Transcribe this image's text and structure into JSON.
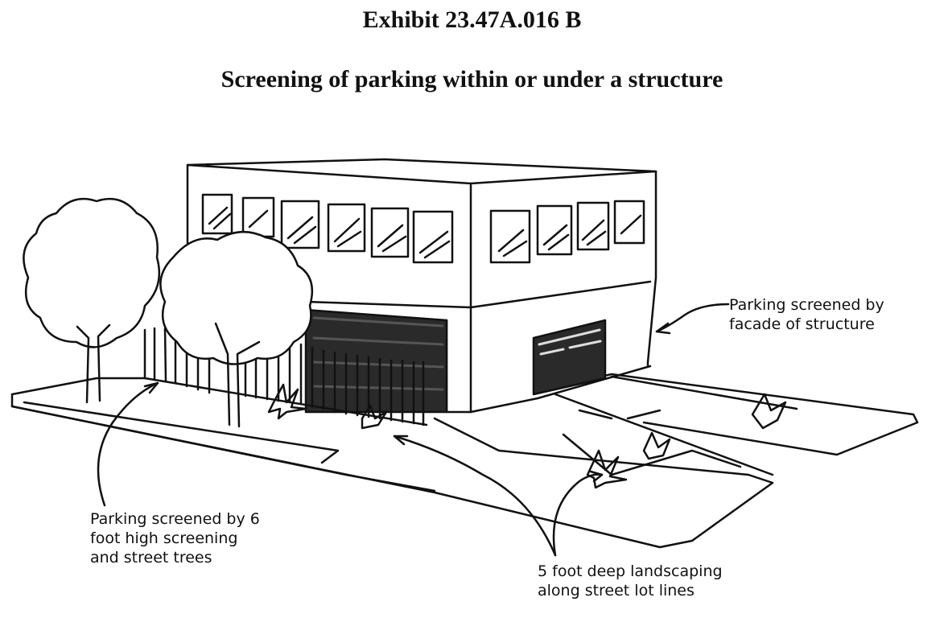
{
  "exhibit": {
    "title": "Exhibit 23.47A.016 B",
    "subtitle": "Screening of parking within or under a structure"
  },
  "callouts": {
    "facade": "Parking screened by\nfacade of structure",
    "screening": "Parking screened by 6\nfoot high screening\nand street trees",
    "landscaping": "5 foot deep landscaping\nalong street lot lines"
  },
  "colors": {
    "ink": "#111111",
    "paper": "#ffffff"
  }
}
